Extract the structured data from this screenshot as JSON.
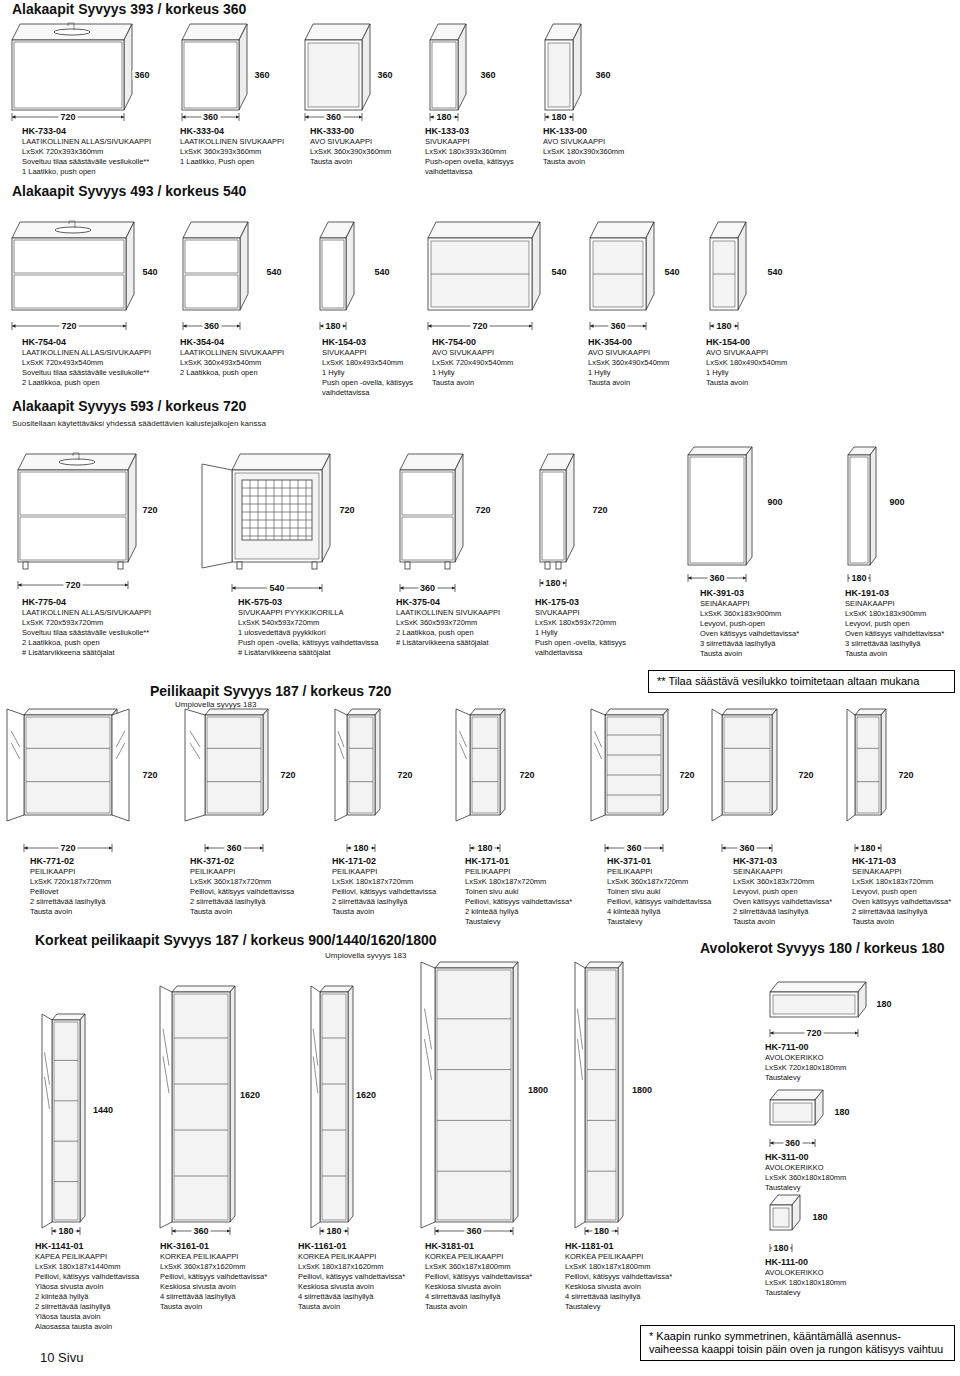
{
  "diagram": {
    "nodes": [
      {
        "text": [
          "** Tilaa säästävä vesilukko toimitetaan altaan mukana"
        ]
      },
      {
        "text": [
          "* Kaapin runko symmetrinen, kääntämällä asennus- vaiheessa kaappi toisin päin oven ja rungon kätisyys vaihtuu"
        ]
      }
    ],
    "labels": [
      "Alakaapit Syvyys 393 / korkeus 360",
      "360",
      "720",
      "HK-733-04",
      "LAATIKOLLINEN ALLAS/SIVUKAAPPI",
      "LxSxK 720x393x360mm",
      "Soveltuu tilaa säästävälle vesilukolle**",
      "1 Laatikko, push open",
      "360",
      "360",
      "HK-333-04",
      "LAATIKOLLINEN SIVUKAAPPI",
      "LxSxK 360x393x360mm",
      "1 Laatikko, Push open",
      "360",
      "360",
      "HK-333-00",
      "AVO SIVUKAAPPI",
      "LxSxK 360x390x360mm",
      "Tausta avoin",
      "360",
      "180",
      "HK-133-03",
      "SIVUKAAPPI",
      "LxSxK 180x393x360mm",
      "Push-open ovella, kätisyys vaihdettavissa",
      "360",
      "180",
      "HK-133-00",
      "AVO SIVUKAAPPI",
      "LxSxK 180x390x360mm",
      "Tausta avoin",
      "Alakaapit Syvyys 493 / korkeus 540",
      "540",
      "720",
      "HK-754-04",
      "LAATIKOLLINEN ALLAS/SIVUKAAPPI",
      "LxSxK 720x493x540mm",
      "Soveltuu tilaa säästävälle vesilukolle**",
      "2 Laatikkoa, push open",
      "540",
      "360",
      "HK-354-04",
      "LAATIKOLLINEN SIVUKAAPPI",
      "LxSxK 360x493x540mm",
      "2 Laatikkoa, push open",
      "540",
      "180",
      "HK-154-03",
      "SIVUKAAPPI",
      "LxSxK 180x493x540mm",
      "1 Hylly",
      "Push open -ovella, kätisyys vaihdettavissa",
      "540",
      "720",
      "HK-754-00",
      "AVO SIVUKAAPPI",
      "LxSxK 720x490x540mm",
      "1 Hylly",
      "Tausta avoin",
      "540",
      "360",
      "HK-354-00",
      "AVO SIVUKAAPPI",
      "LxSxK 360x490x540mm",
      "1 Hylly",
      "Tausta avoin",
      "540",
      "180",
      "HK-154-00",
      "AVO SIVUKAAPPI",
      "LxSxK 180x490x540mm",
      "1 Hylly",
      "Tausta avoin",
      "Alakaapit Syvyys 593 / korkeus 720",
      "Suositellaan käytettäväksi yhdessä säädettävien kalustejalkojen kanssa",
      "720",
      "720",
      "HK-775-04",
      "LAATIKOLLINEN ALLAS/SIVUKAAPPI",
      "LxSxK 720x593x720mm",
      "Soveltuu tilaa säästävälle vesilukolle**",
      "2 Laatikkoa, push open",
      "# Lisätarvikkeena säätöjalat",
      "720",
      "540",
      "HK-575-03",
      "SIVUKAAPPI PYYKKIKORILLA",
      "LxSxK 540x593x720mm",
      "1 ulosvedettävä pyykkikori",
      "Push open -ovella, kätisyys vaihdettavissa",
      "# Lisätarvikkeena säätöjalat",
      "720",
      "360",
      "HK-375-04",
      "LAATIKOLLINEN SIVUKAAPPI",
      "LxSxK 360x593x720mm",
      "2 Laatikkoa, push open",
      "# Lisätarvikkeena säätöjalat",
      "720",
      "180",
      "HK-175-03",
      "SIVUKAAPPI",
      "LxSxK 180x593x720mm",
      "1 Hylly",
      "Push open -ovella, kätisyys vaihdettavissa",
      "900",
      "360",
      "HK-391-03",
      "SEINÄKAAPPI",
      "LxSxK 360x183x900mm",
      "Levyovi, push-open",
      "Oven kätisyys vaihdettavissa*",
      "3 siirrettävää lasihyllyä",
      "Tausta avoin",
      "900",
      "180",
      "HK-191-03",
      "SEINÄKAAPPI",
      "LxSxK 180x183x900mm",
      "Levyovi, push open",
      "Oven kätisyys vaihdettavissa*",
      "3 siirrettävää lasihyllyä",
      "Tausta avoin",
      "Peilikaapit Syvyys 187 / korkeus 720",
      "Umpiovella syvyys 183",
      "720",
      "720",
      "HK-771-02",
      "PEILIKAAPPI",
      "LxSxK 720x187x720mm",
      "Peiliovet",
      "2 siirrettävää lasihyllyä",
      "Tausta avoin",
      "720",
      "360",
      "HK-371-02",
      "PEILIKAAPPI",
      "LxSxK 360x187x720mm",
      "Peiliovi, kätisyys vaihdettavissa",
      "2 siirrettävää lasihyllyä",
      "Tausta avoin",
      "720",
      "180",
      "HK-171-02",
      "PEILIKAAPPI",
      "LxSxK 180x187x720mm",
      "Peiliovi, kätisyys vaihdettavissa",
      "2 siirrettävää lasihyllyä",
      "Tausta avoin",
      "720",
      "180",
      "HK-171-01",
      "PEILIKAAPPI",
      "LxSxK 180x187x720mm",
      "Toinen sivu auki",
      "Peiliovi, kätisyys vaihdettavissa*",
      "2 kiinteää hyllyä",
      "Taustalevy",
      "720",
      "360",
      "HK-371-01",
      "PEILIKAAPPI",
      "LxSxK 360x187x720mm",
      "Toinen sivu auki",
      "Peiliovi, kätisyys vaihdettavissa",
      "4 kiinteää hyllyä",
      "Taustalevy",
      "720",
      "360",
      "HK-371-03",
      "SEINÄKAAPPI",
      "LxSxK 360x183x720mm",
      "Levyovi, push open",
      "Oven kätisyys vaihdettavissa*",
      "2 siirrettävää lasihyllyä",
      "Tausta avoin",
      "720",
      "180",
      "HK-171-03",
      "SEINÄKAAPPI",
      "LxSxK 180x183x720mm",
      "Levyovi, push open",
      "Oven kätisyys vaihdettavissa*",
      "2 siirrettävää lasihyllyä",
      "Tausta avoin",
      "Korkeat peilikaapit Syvyys 187 / korkeus 900/1440/1620/1800",
      "Umpiovella syvyys 183",
      "1440",
      "180",
      "HK-1141-01",
      "KAPEA PEILIKAAPPI",
      "LxSxK 180x187x1440mm",
      "Peiliovi, kätisyys vaihdettavissa",
      "Yläosa sivusta avoin",
      "2 kiinteää hyllyä",
      "2 siirrettävää lasihyllyä",
      "Yläosa tausta avoin",
      "Alaosassa tausta avoin",
      "1620",
      "360",
      "HK-3161-01",
      "KORKEA PEILIKAAPPI",
      "LxSxK 360x187x1620mm",
      "Peiliovi, kätisyys vaihdettavissa*",
      "Keskiosa sivusta avoin",
      "4 siirrettävää lasihyllyä",
      "Tausta avoin",
      "1620",
      "180",
      "HK-1161-01",
      "KORKEA PEILIKAAPPI",
      "LxSxK 180x187x1620mm",
      "Peiliovi, kätisyys vaihdettavissa*",
      "Keskiosa sivusta avoin",
      "4 siirrettävää lasihyllyä",
      "Tausta avoin",
      "1800",
      "360",
      "HK-3181-01",
      "KORKEA PEILIKAAPPI",
      "LxSxK 360x187x1800mm",
      "Peiliovi, kätisyys vaihdettavissa*",
      "Keskiosa sivusta avoin",
      "4 siirrettävää lasihyllyä",
      "Tausta avoin",
      "1800",
      "180",
      "HK-1181-01",
      "KORKEA PEILIKAAPPI",
      "LxSxK 180x187x1800mm",
      "Peiliovi, kätisyys vaihdettavissa*",
      "Keskiosa sivusta avoin",
      "4 siirrettävää lasihyllyä",
      "Taustalevy",
      "Avolokerot Syvyys 180 / korkeus 180",
      "180",
      "720",
      "HK-711-00",
      "AVOLOKERIKKO",
      "LxSxK 720x180x180mm",
      "Taustalevy",
      "180",
      "360",
      "HK-311-00",
      "AVOLOKERIKKO",
      "LxSxK 360x180x180mm",
      "Taustalevy",
      "180",
      "180",
      "HK-111-00",
      "AVOLOKERIKKO",
      "LxSxK 180x180x180mm",
      "Taustalevy",
      "10 Sivu"
    ]
  }
}
